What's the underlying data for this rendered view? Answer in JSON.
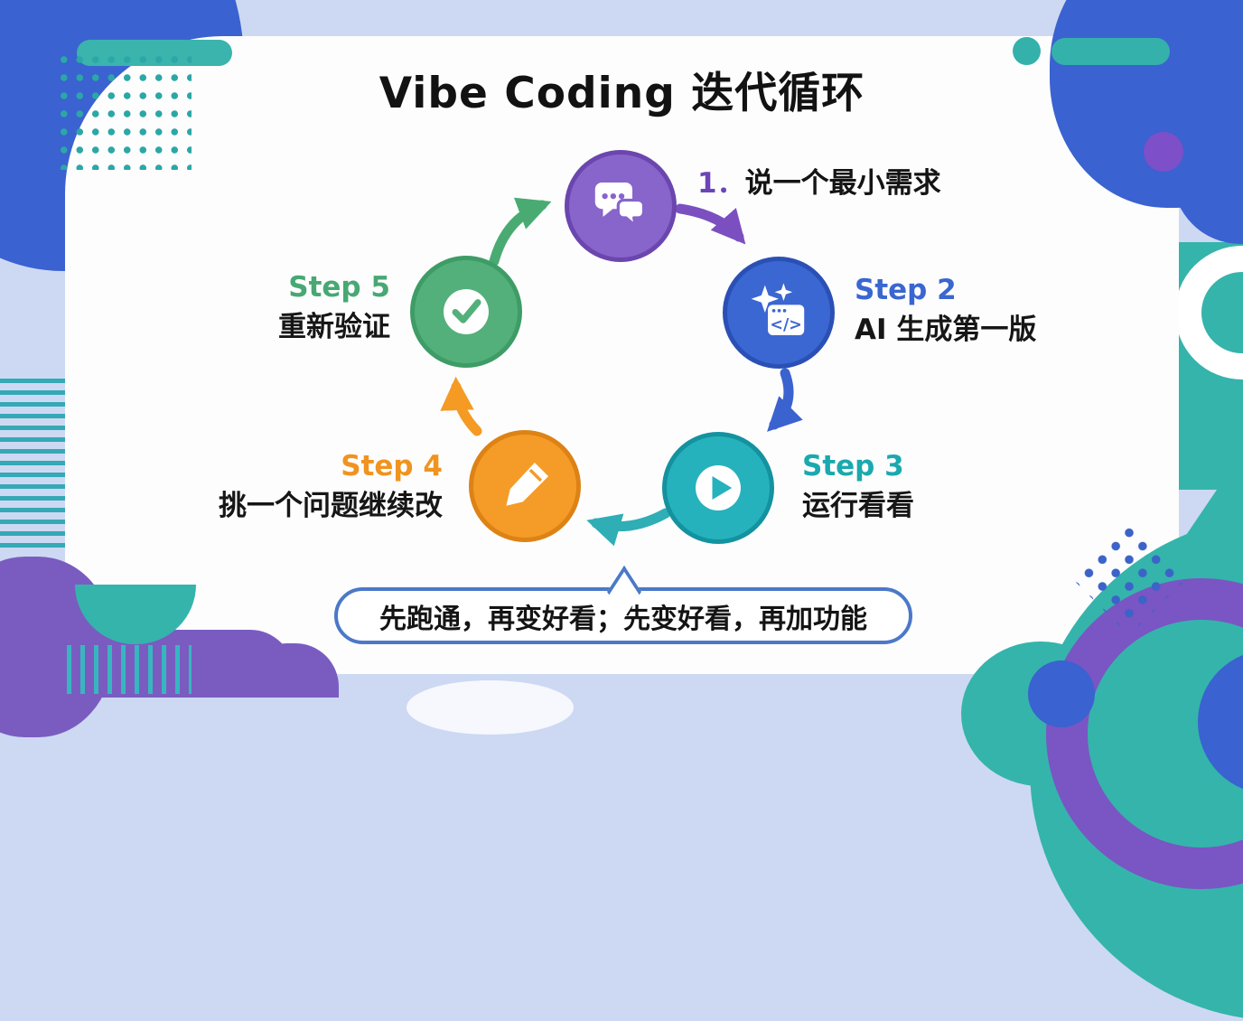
{
  "title": "Vibe Coding 迭代循环",
  "cycle": {
    "steps": [
      {
        "id": "step-1",
        "num": "1．",
        "text": "说一个最小需求",
        "icon": "chat-bubbles-icon",
        "color": "#8765cb"
      },
      {
        "id": "step-2",
        "name": "Step 2",
        "text": "AI 生成第一版",
        "icon": "ai-sparkle-code-icon",
        "color": "#3b67d2"
      },
      {
        "id": "step-3",
        "name": "Step 3",
        "text": "运行看看",
        "icon": "play-icon",
        "color": "#26b2bc"
      },
      {
        "id": "step-4",
        "name": "Step 4",
        "text": "挑一个问题继续改",
        "icon": "pencil-icon",
        "color": "#f59b27"
      },
      {
        "id": "step-5",
        "name": "Step 5",
        "text": "重新验证",
        "icon": "check-icon",
        "color": "#54b07b"
      }
    ]
  },
  "footer": {
    "text": "先跑通，再变好看；先变好看，再加功能",
    "bubble_border_color": "#4b79c8"
  },
  "colors": {
    "background_lavender": "#cdd9f3",
    "card_white": "#fdfdfe",
    "decor_blue": "#3a62d0",
    "decor_teal": "#35b4ab",
    "decor_purple": "#7a5cc0",
    "dots_teal": "#2ba7a6",
    "dots_blue": "#3b63c8",
    "step1_num_color": "#6b44b8",
    "step2_label_color": "#3a66d0",
    "step3_label_color": "#1aa9ae",
    "step4_label_color": "#f0931f",
    "step5_label_color": "#47a873"
  }
}
